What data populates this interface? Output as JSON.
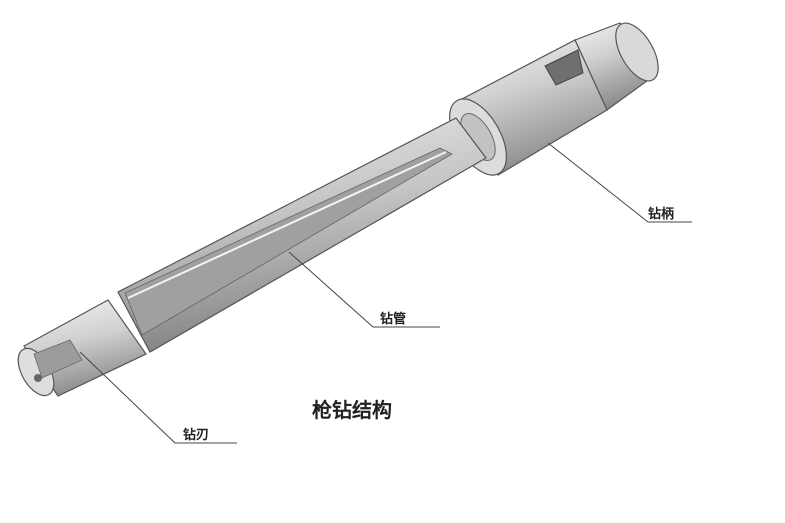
{
  "callouts": {
    "shank": "钻柄",
    "tube": "钻管",
    "tip": "钻刃"
  },
  "caption": "枪钻结构",
  "colors": {
    "metal_light": "#e6e6e6",
    "metal_mid": "#bdbdbd",
    "metal_dark": "#7a7a7a",
    "flute": "#9a9a9a",
    "line": "#444444"
  }
}
